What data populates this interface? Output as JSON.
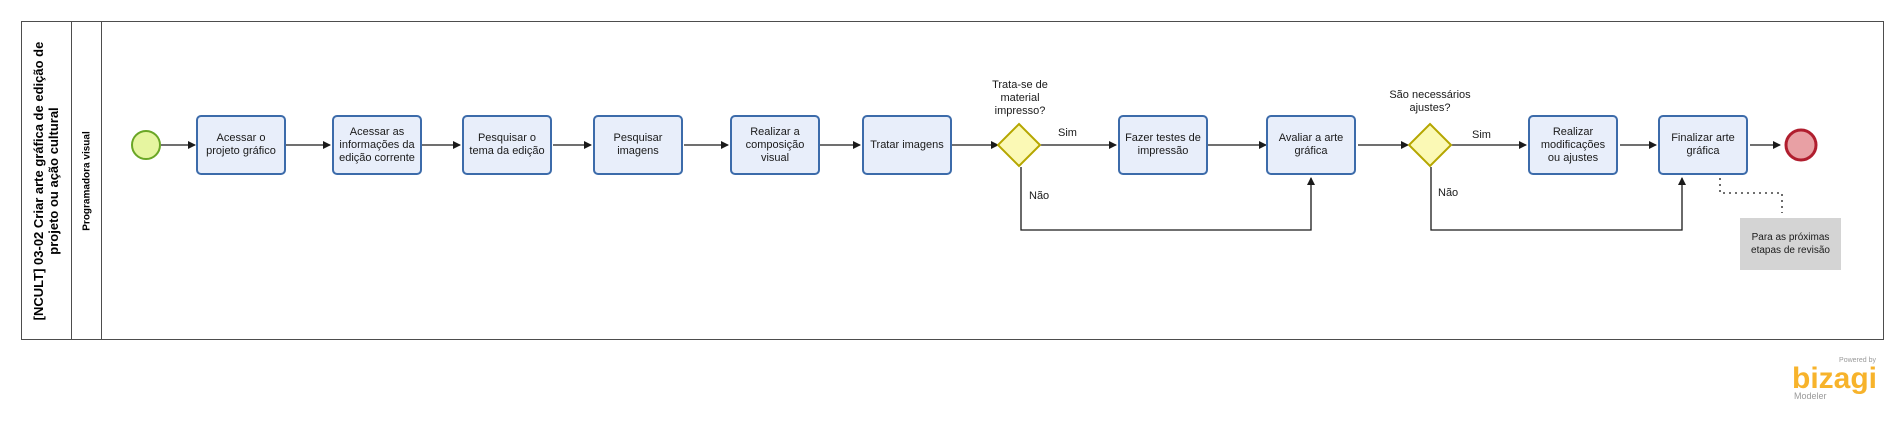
{
  "pool": {
    "title": "[NCULT] 03-02 Criar arte gráfica de edição de projeto ou ação cultural"
  },
  "lane": {
    "title": "Programadora visual"
  },
  "tasks": [
    {
      "label": "Acessar o projeto gráfico"
    },
    {
      "label": "Acessar as informações da edição corrente"
    },
    {
      "label": "Pesquisar o tema da edição"
    },
    {
      "label": "Pesquisar imagens"
    },
    {
      "label": "Realizar a composição visual"
    },
    {
      "label": "Tratar imagens"
    },
    {
      "label": "Fazer testes de impressão"
    },
    {
      "label": "Avaliar a arte gráfica"
    },
    {
      "label": "Realizar modificações ou ajustes"
    },
    {
      "label": "Finalizar arte gráfica"
    }
  ],
  "gateways": [
    {
      "question": "Trata-se de material impresso?",
      "yes": "Sim",
      "no": "Não"
    },
    {
      "question": "São necessários ajustes?",
      "yes": "Sim",
      "no": "Não"
    }
  ],
  "annotation": {
    "text": "Para as próximas etapas de revisão"
  },
  "branding": {
    "powered_by": "Powered by",
    "logo": "bizagi",
    "product": "Modeler"
  },
  "colors": {
    "task_fill": "#e8eefa",
    "task_border": "#3c6baa",
    "start_fill": "#e6f5a0",
    "start_border": "#6aa626",
    "end_fill": "#e8a0a4",
    "end_border": "#b01e2e",
    "gateway_fill": "#fbf9b5",
    "gateway_border": "#b5a600",
    "annotation_fill": "#d4d4d4",
    "brand": "#f7b32b"
  }
}
